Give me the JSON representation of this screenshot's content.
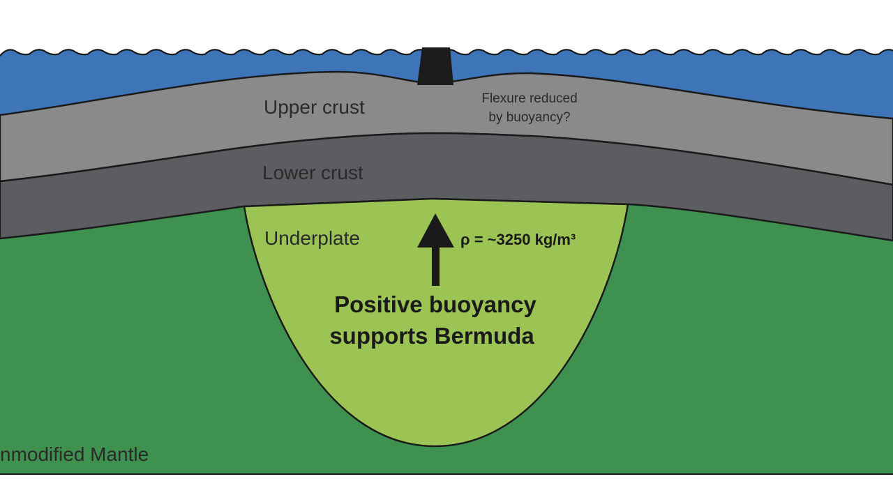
{
  "diagram": {
    "layers": {
      "upper_crust": "Upper crust",
      "lower_crust": "Lower crust",
      "underplate": "Underplate",
      "mantle": "nmodified Mantle"
    },
    "annotations": {
      "flexure_line1": "Flexure reduced",
      "flexure_line2": "by buoyancy?",
      "density": "ρ = ~3250 kg/m³",
      "buoyancy_line1": "Positive buoyancy",
      "buoyancy_line2": "supports Bermuda"
    },
    "colors": {
      "ocean": "#3d75b8",
      "upper_crust": "#8a8a8a",
      "lower_crust": "#5c5d60",
      "underplate": "#9cc455",
      "mantle": "#3f9150",
      "island": "#1c1c1c",
      "outline": "#1a1a1a"
    },
    "icons": {
      "arrow": "up-arrow-icon"
    }
  }
}
